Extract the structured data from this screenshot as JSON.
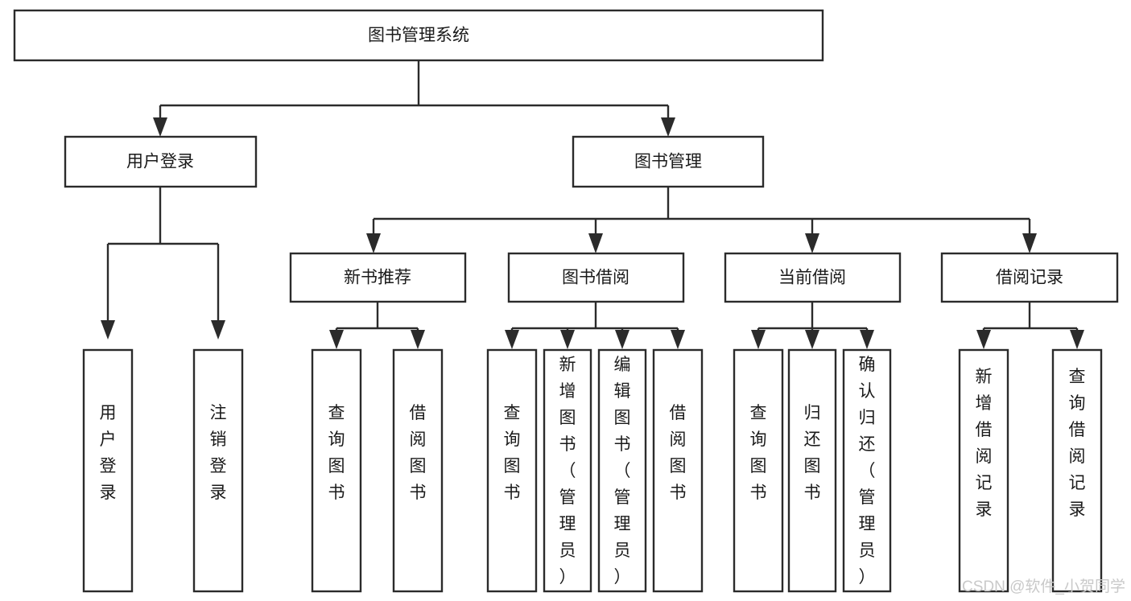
{
  "diagram": {
    "type": "tree",
    "title": "图书管理系统",
    "orientation": "top-down",
    "colors": {
      "box_stroke": "#2b2b2b",
      "box_fill": "#ffffff",
      "connector": "#2b2b2b",
      "text": "#1a1a1a",
      "watermark": "#c9c9c9",
      "background": "#ffffff"
    },
    "nodes": {
      "root": {
        "label": "图书管理系统"
      },
      "level2": [
        {
          "id": "user-login",
          "label": "用户登录"
        },
        {
          "id": "book-management",
          "label": "图书管理"
        }
      ],
      "level3": [
        {
          "id": "new-book-recommend",
          "label": "新书推荐",
          "parent": "book-management"
        },
        {
          "id": "book-borrow",
          "label": "图书借阅",
          "parent": "book-management"
        },
        {
          "id": "current-borrow",
          "label": "当前借阅",
          "parent": "book-management"
        },
        {
          "id": "borrow-record",
          "label": "借阅记录",
          "parent": "book-management"
        }
      ],
      "leaves": [
        {
          "id": "leaf-user-login",
          "label": "用户登录",
          "parent": "user-login"
        },
        {
          "id": "leaf-logout-login",
          "label": "注销登录",
          "parent": "user-login"
        },
        {
          "id": "leaf-query-book-1",
          "label": "查询图书",
          "parent": "new-book-recommend"
        },
        {
          "id": "leaf-borrow-book-1",
          "label": "借阅图书",
          "parent": "new-book-recommend"
        },
        {
          "id": "leaf-query-book-2",
          "label": "查询图书",
          "parent": "book-borrow"
        },
        {
          "id": "leaf-add-book",
          "label": "新增图书（管理员）",
          "parent": "book-borrow"
        },
        {
          "id": "leaf-edit-book",
          "label": "编辑图书（管理员）",
          "parent": "book-borrow"
        },
        {
          "id": "leaf-borrow-book-2",
          "label": "借阅图书",
          "parent": "book-borrow"
        },
        {
          "id": "leaf-query-book-3",
          "label": "查询图书",
          "parent": "current-borrow"
        },
        {
          "id": "leaf-return-book",
          "label": "归还图书",
          "parent": "current-borrow"
        },
        {
          "id": "leaf-confirm-return",
          "label": "确认归还（管理员）",
          "parent": "current-borrow"
        },
        {
          "id": "leaf-add-record",
          "label": "新增借阅记录",
          "parent": "borrow-record"
        },
        {
          "id": "leaf-query-record",
          "label": "查询借阅记录",
          "parent": "borrow-record"
        }
      ]
    }
  },
  "watermark": {
    "text": "CSDN @软件_小贺同学"
  }
}
